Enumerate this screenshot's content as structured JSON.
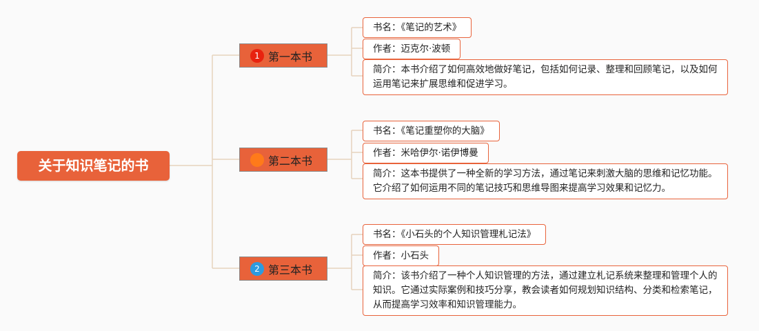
{
  "root": {
    "label": "关于知识笔记的书"
  },
  "colors": {
    "accent": "#e8623a",
    "connector": "#e6d3bd",
    "marker_red": "#e8220f",
    "marker_orange": "#ff7a1a",
    "marker_blue": "#2d9be0"
  },
  "books": [
    {
      "label": "第一本书",
      "marker_icon": "number-1-icon",
      "marker_text": "1",
      "marker_color": "#e8220f",
      "title": "书名：《笔记的艺术》",
      "author": "作者：迈克尔·波顿",
      "intro": "简介：本书介绍了如何高效地做好笔记，包括如何记录、整理和回顾笔记，以及如何运用笔记来扩展思维和促进学习。"
    },
    {
      "label": "第二本书",
      "marker_icon": "progress-icon",
      "marker_text": "",
      "marker_color": "#ff7a1a",
      "title": "书名：《笔记重塑你的大脑》",
      "author": "作者：米哈伊尔·诺伊博曼",
      "intro": "简介：这本书提供了一种全新的学习方法，通过笔记来刺激大脑的思维和记忆功能。它介绍了如何运用不同的笔记技巧和思维导图来提高学习效果和记忆力。"
    },
    {
      "label": "第三本书",
      "marker_icon": "number-2-icon",
      "marker_text": "2",
      "marker_color": "#2d9be0",
      "title": "书名：《小石头的个人知识管理札记法》",
      "author": "作者：小石头",
      "intro": "简介：该书介绍了一种个人知识管理的方法，通过建立札记系统来整理和管理个人的知识。它通过实际案例和技巧分享，教会读者如何规划知识结构、分类和检索笔记，从而提高学习效率和知识管理能力。"
    }
  ]
}
